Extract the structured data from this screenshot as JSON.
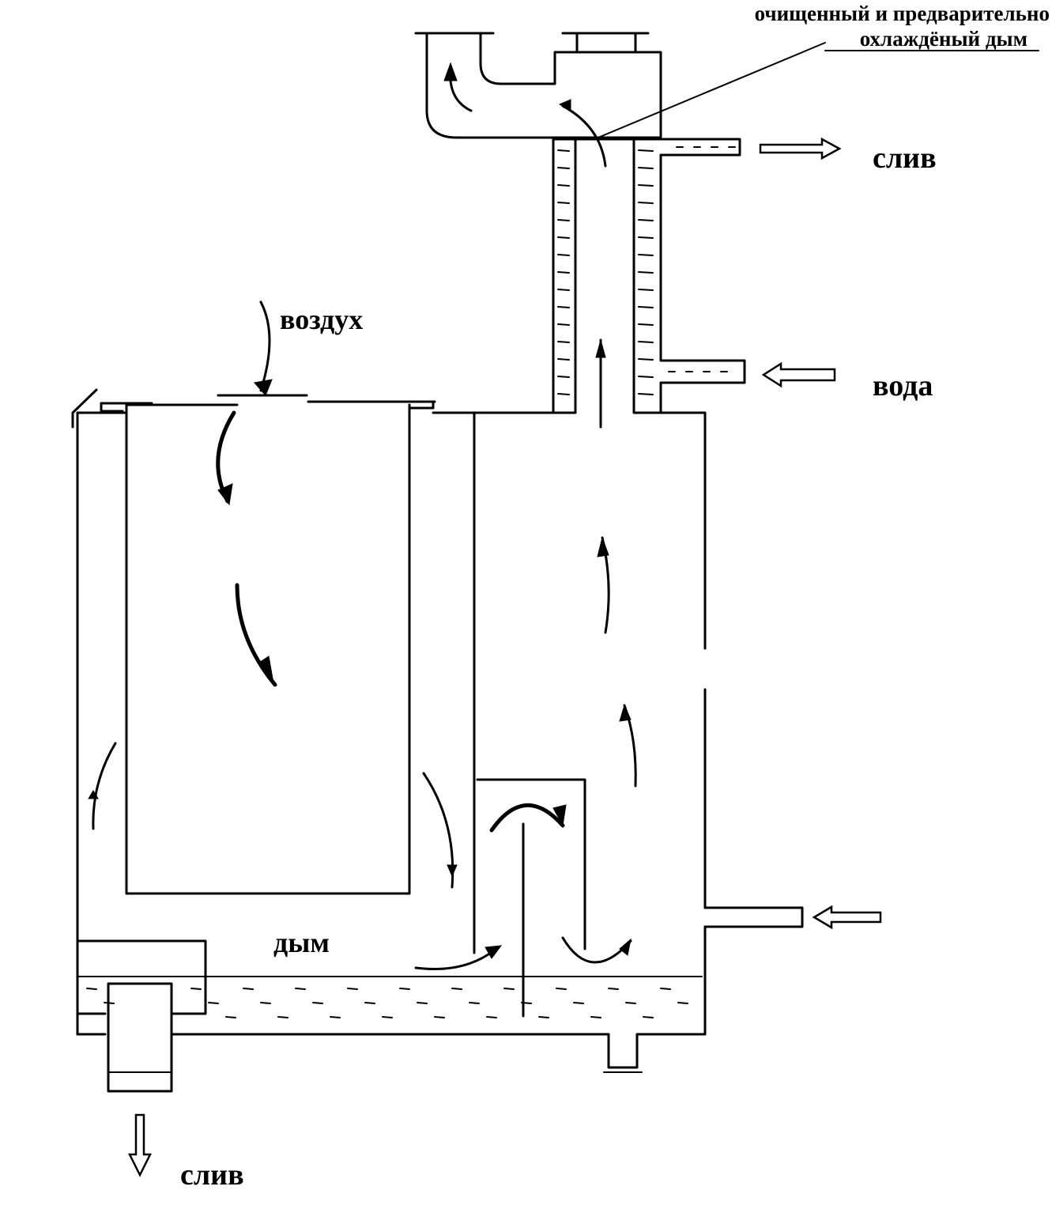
{
  "labels": {
    "cleaned_smoke_line1": "очищенный и предварительно",
    "cleaned_smoke_line2": "охлаждёный дым",
    "drain_top": "слив",
    "air": "воздух",
    "water": "вода",
    "smoke": "дым",
    "drain_bottom": "слив"
  }
}
